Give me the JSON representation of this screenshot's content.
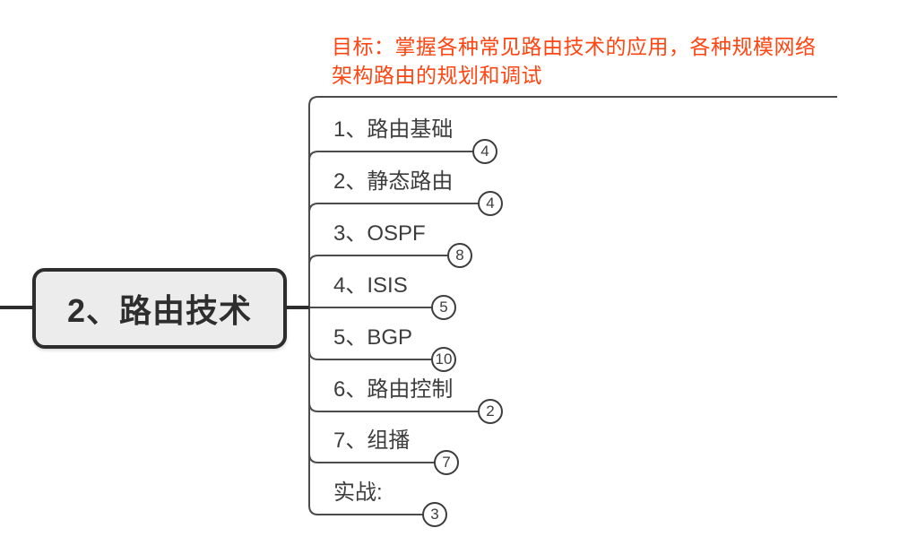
{
  "goal_label": {
    "text": "目标：掌握各种常见路由技术的应用，各种规模网络架构路由的规划和调试"
  },
  "root": {
    "label": "2、路由技术"
  },
  "children": [
    {
      "label": "1、路由基础",
      "count": "4"
    },
    {
      "label": "2、静态路由",
      "count": "4"
    },
    {
      "label": "3、OSPF",
      "count": "8"
    },
    {
      "label": "4、ISIS",
      "count": "5"
    },
    {
      "label": "5、BGP",
      "count": "10"
    },
    {
      "label": "6、路由控制",
      "count": "2"
    },
    {
      "label": "7、组播",
      "count": "7"
    },
    {
      "label": "实战:",
      "count": "3"
    }
  ],
  "colors": {
    "accent": "#FF4512",
    "line": "#4B4B4B",
    "node_border": "#2D2D2D",
    "node_fill": "#ECECEC",
    "text": "#3D3D3D"
  }
}
